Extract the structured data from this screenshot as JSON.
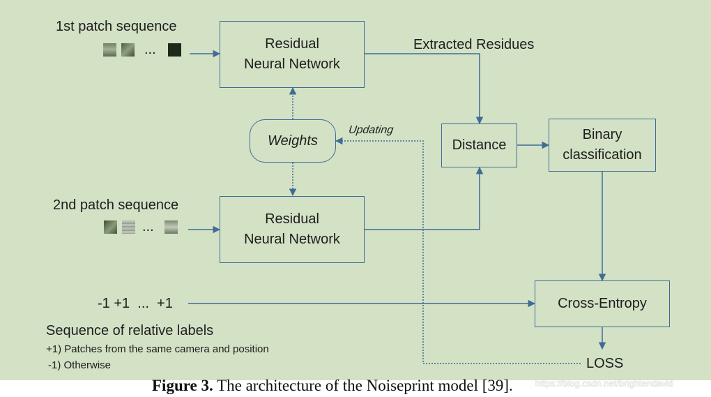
{
  "labels": {
    "seq1": "1st patch sequence",
    "seq2": "2nd patch sequence",
    "ellipsis1": "...",
    "ellipsis2": "...",
    "extracted": "Extracted Residues",
    "updating": "Updating",
    "loss": "LOSS",
    "label_seq": "-1 +1  ...  +1",
    "seq_relative": "Sequence of relative labels",
    "legend_pos": "+1) Patches from the same camera and position",
    "legend_neg": "-1) Otherwise"
  },
  "boxes": {
    "rnn_top_line1": "Residual",
    "rnn_top_line2": "Neural Network",
    "rnn_bottom_line1": "Residual",
    "rnn_bottom_line2": "Neural Network",
    "weights": "Weights",
    "distance": "Distance",
    "binary_line1": "Binary",
    "binary_line2": "classification",
    "cross_entropy": "Cross-Entropy"
  },
  "caption": {
    "bold": "Figure 3.",
    "text": " The architecture of the Noiseprint model [39].",
    "watermark": "https://blog.csdn.net/brightendavid"
  },
  "colors": {
    "background": "#d3e1c5",
    "line": "#3e6c96"
  }
}
